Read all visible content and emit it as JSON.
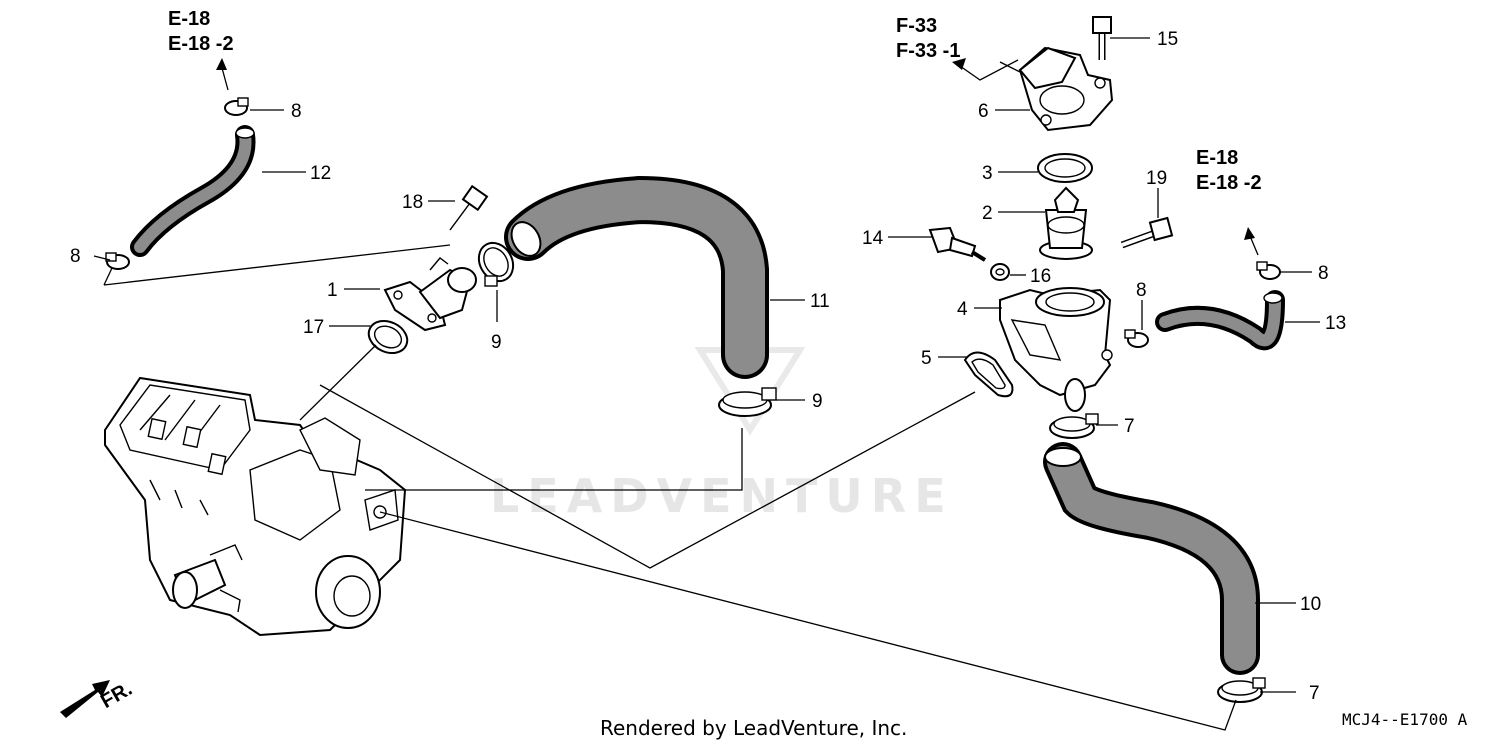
{
  "watermark": "LEADVENTURE",
  "credit": "Rendered by LeadVenture, Inc.",
  "diagram_code": "MCJ4--E1700 A",
  "front_marker": "FR.",
  "refs": {
    "top_left_1": "E-18",
    "top_left_2": "E-18 -2",
    "top_center_1": "F-33",
    "top_center_2": "F-33 -1",
    "right_1": "E-18",
    "right_2": "E-18 -2"
  },
  "callouts": {
    "c8a": "8",
    "c12": "12",
    "c8b": "8",
    "c18": "18",
    "c1": "1",
    "c17": "17",
    "c9a": "9",
    "c11": "11",
    "c9b": "9",
    "c15": "15",
    "c6": "6",
    "c3": "3",
    "c2": "2",
    "c19": "19",
    "c14": "14",
    "c16": "16",
    "c4": "4",
    "c8c": "8",
    "c8d": "8",
    "c13": "13",
    "c5": "5",
    "c7a": "7",
    "c10": "10",
    "c7b": "7"
  }
}
